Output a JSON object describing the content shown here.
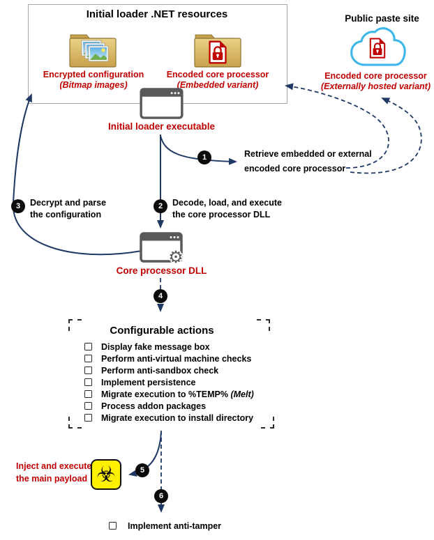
{
  "colors": {
    "label_red": "#C00000",
    "arrow_navy": "#1F3864",
    "box_border_grey": "#A6A6A6",
    "folder_gold": "#D9B85C",
    "cloud_blue": "#3EB7E8",
    "biohazard_yellow": "#FFF100"
  },
  "resources_box": {
    "title": "Initial loader .NET resources",
    "items": [
      {
        "icon": "folder-bitmap-images-icon",
        "label": "Encrypted configuration",
        "sublabel": "(Bitmap images)"
      },
      {
        "icon": "folder-encoded-payload-icon",
        "label": "Encoded core processor",
        "sublabel": "(Embedded variant)"
      }
    ]
  },
  "paste_site": {
    "title": "Public paste site",
    "icon": "cloud-encoded-payload-icon",
    "label": "Encoded core processor",
    "sublabel": "(Externally hosted variant)"
  },
  "loader": {
    "icon": "app-window-icon",
    "label": "Initial loader executable"
  },
  "core_processor": {
    "icon": "app-window-gear-icon",
    "label": "Core processor DLL"
  },
  "steps": [
    {
      "number": "1",
      "line1": "Retrieve embedded or external",
      "line2": "encoded core processor"
    },
    {
      "number": "2",
      "line1": "Decode, load, and execute",
      "line2": "the core processor DLL"
    },
    {
      "number": "3",
      "line1": "Decrypt and parse",
      "line2": "the configuration"
    },
    {
      "number": "4",
      "line1": "",
      "line2": ""
    },
    {
      "number": "5",
      "line1": "",
      "line2": ""
    },
    {
      "number": "6",
      "line1": "",
      "line2": ""
    }
  ],
  "configurable_actions": {
    "title": "Configurable actions",
    "items": [
      {
        "text": "Display fake message box",
        "italic": ""
      },
      {
        "text": "Perform anti-virtual machine checks",
        "italic": ""
      },
      {
        "text": "Perform anti-sandbox check",
        "italic": ""
      },
      {
        "text": "Implement persistence",
        "italic": ""
      },
      {
        "text": "Migrate execution to %TEMP% ",
        "italic": "(Melt)"
      },
      {
        "text": "Process addon packages",
        "italic": ""
      },
      {
        "text": "Migrate execution to install directory",
        "italic": ""
      }
    ]
  },
  "payload": {
    "icon": "biohazard-icon",
    "line1": "Inject and execute",
    "line2": "the main payload"
  },
  "anti_tamper": {
    "label": "Implement anti-tamper"
  }
}
